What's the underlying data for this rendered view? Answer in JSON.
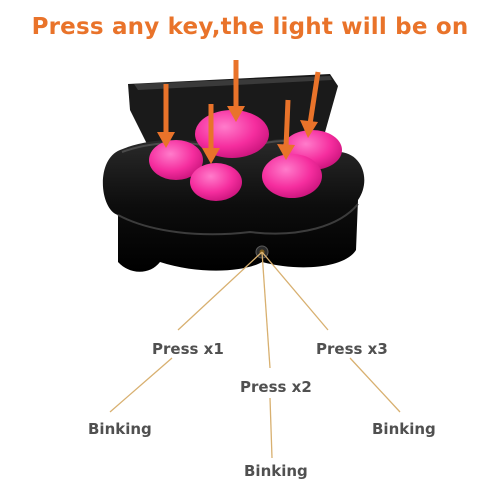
{
  "headline": "Press any key,the light will be on",
  "colors": {
    "accent_orange": "#e9732a",
    "paw_pink": "#f3299b",
    "paw_pink_light": "#ff6cc4",
    "device_black": "#0c0c0c",
    "label_gray": "#505050"
  },
  "labels": {
    "press_x1": "Press x1",
    "press_x2": "Press x2",
    "press_x3": "Press x3",
    "result_left": "Binking",
    "result_center": "Binking",
    "result_right": "Binking"
  }
}
